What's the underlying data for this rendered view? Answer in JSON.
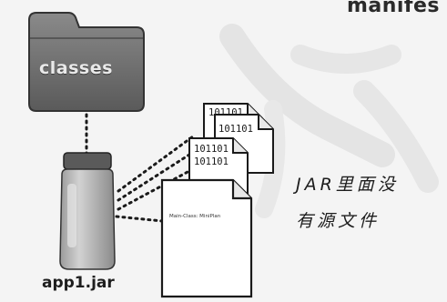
{
  "top_text": "manifes",
  "folder": {
    "label": "classes"
  },
  "jar": {
    "label": "app1.jar"
  },
  "class_files": [
    {
      "lines": [
        "101101",
        "101101"
      ]
    },
    {
      "lines": [
        "101101"
      ]
    },
    {
      "lines": [
        "101101",
        "101101"
      ]
    }
  ],
  "manifest_file": {
    "text": "Main-Class: MiniPlan"
  },
  "annotation": {
    "line1": "JAR里面没",
    "line2": "有源文件"
  },
  "colors": {
    "background": "#f4f4f4",
    "folder": "#6e6e6e",
    "jar_glass": "#b8b8b8",
    "lid": "#555555",
    "paper": "#ffffff",
    "line": "#1a1a1a"
  },
  "icons": [
    "folder-icon",
    "jar-icon",
    "class-file-icon",
    "manifest-file-icon"
  ]
}
